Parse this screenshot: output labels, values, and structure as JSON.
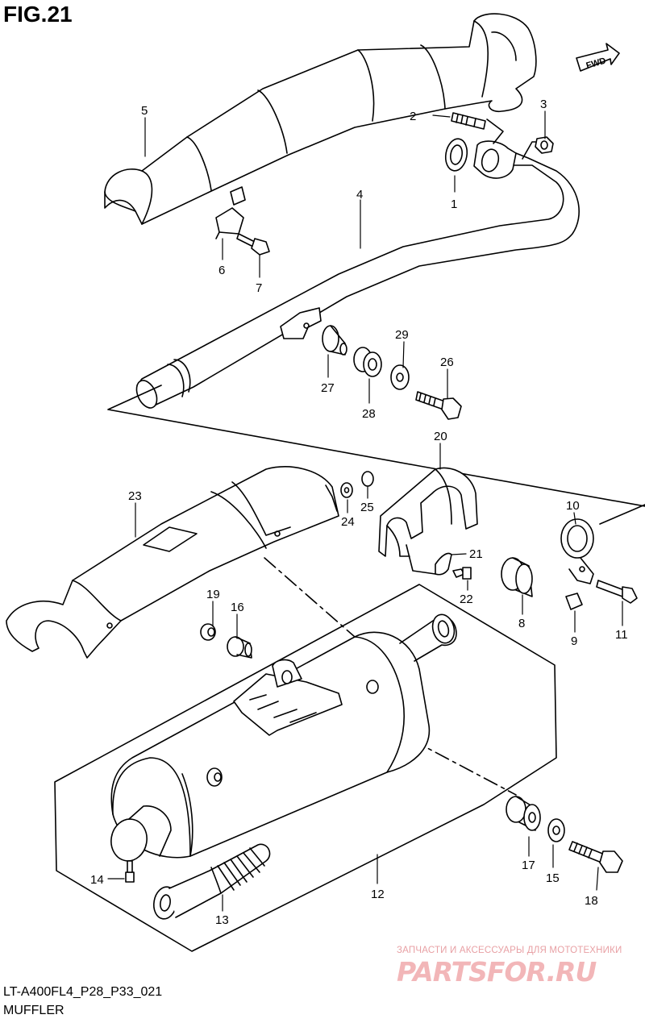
{
  "figure_title": "FIG.21",
  "diagram_code": "LT-A400FL4_P28_P33_021",
  "caption": "MUFFLER",
  "direction_tag": "FWD",
  "watermark": {
    "line1": "ЗАПЧАСТИ И АКСЕССУАРЫ ДЛЯ МОТОТЕХНИКИ",
    "logo": "PARTSFOR.RU"
  },
  "callouts": [
    "1",
    "2",
    "3",
    "4",
    "5",
    "6",
    "7",
    "8",
    "9",
    "10",
    "11",
    "12",
    "13",
    "14",
    "15",
    "16",
    "17",
    "18",
    "19",
    "20",
    "21",
    "22",
    "23",
    "24",
    "25",
    "26",
    "27",
    "28",
    "29"
  ]
}
